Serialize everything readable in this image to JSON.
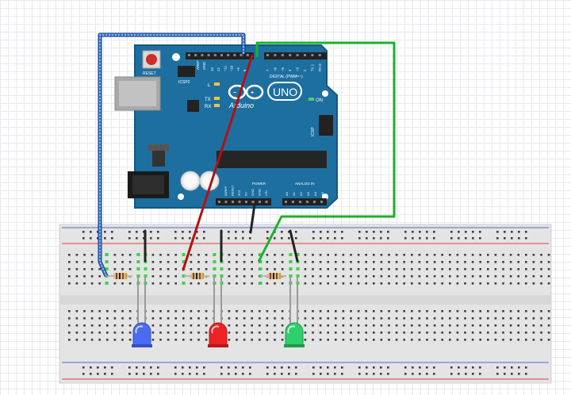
{
  "board": {
    "reset_label": "RESET",
    "icsp2_label": "ICSP2",
    "icsp_label": "ICSP",
    "l_label": "L",
    "tx_label": "TX",
    "rx_label": "RX",
    "logo_text": "Arduino",
    "uno_text": "UNO",
    "on_label": "ON",
    "digital_label": "DIGITAL (PWM=~)",
    "power_label": "POWER",
    "analog_label": "ANALOG IN",
    "aref_label": "AREF",
    "gnd_label": "GND",
    "power_pins": [
      "IOREF",
      "RESET",
      "3V3",
      "5V",
      "GND",
      "GND",
      "VIN"
    ],
    "analog_pins": [
      "A0",
      "A1",
      "A2",
      "A3",
      "A4",
      "A5"
    ],
    "digital_pins": [
      "13",
      "12",
      "~11",
      "~10",
      "~9",
      "8",
      "7",
      "~6",
      "~5",
      "4",
      "~3",
      "2",
      "TX 1",
      "RX 0"
    ]
  },
  "colors": {
    "board": "#1d6fa0",
    "board_edge": "#14587f",
    "breadboard": "#e4e4e4",
    "wire_blue": "#3a7bd5",
    "wire_red": "#b51010",
    "wire_green": "#1db02b",
    "wire_black": "#222222",
    "led_blue": "#4a6cf0",
    "led_red": "#ee2222",
    "led_green": "#2fcf6a",
    "rail_blue": "#6b7fd9",
    "rail_red": "#e26060"
  },
  "components": {
    "leds": [
      "blue",
      "red",
      "green"
    ],
    "resistors": 3
  }
}
